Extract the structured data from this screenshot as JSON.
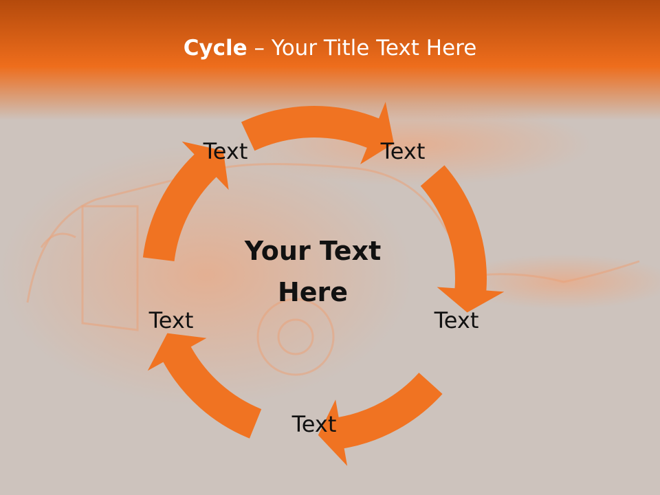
{
  "slide": {
    "title_bold": "Cycle",
    "title_rest": " – Your Title Text Here",
    "center_line1": "Your Text",
    "center_line2": "Here",
    "labels": [
      "Text",
      "Text",
      "Text",
      "Text",
      "Text"
    ]
  },
  "colors": {
    "header": "#e8691a",
    "arrow": "#f07322",
    "background": "#cdc3bd"
  }
}
